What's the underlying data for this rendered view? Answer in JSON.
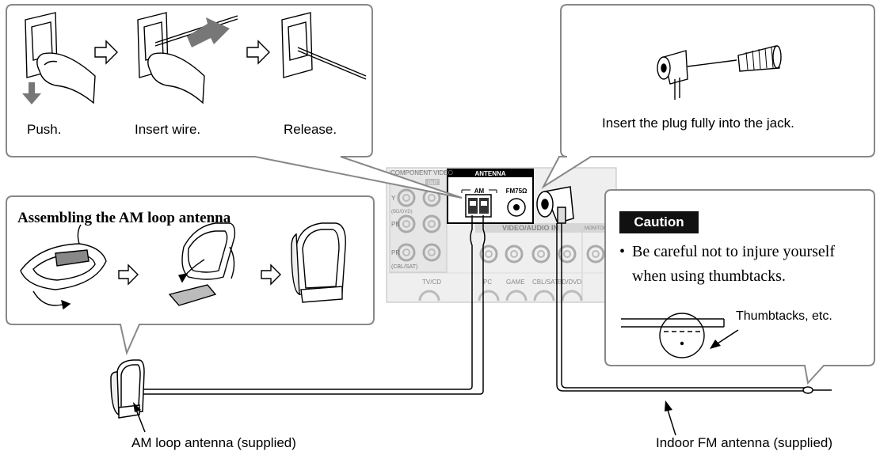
{
  "wire_steps": {
    "push": "Push.",
    "insert": "Insert wire.",
    "release": "Release."
  },
  "fm_plug": {
    "instruction": "Insert the plug fully into the jack."
  },
  "am_assembly": {
    "title": "Assembling the AM loop antenna"
  },
  "caution": {
    "badge": "Caution",
    "bullet": "•",
    "line1": "Be careful not to injure yourself",
    "line2": "when using thumbtacks.",
    "thumbtacks_label": "Thumbtacks, etc."
  },
  "receiver": {
    "antenna_header": "ANTENNA",
    "am_label": "AM",
    "fm_label": "FM75Ω",
    "component_video": "COMPONENT VIDEO",
    "out": "OUT",
    "video_audio_in": "VIDEO/AUDIO IN",
    "monitor_out": "MONITOR O",
    "jack_labels": [
      "TV/CD",
      "PC",
      "GAME",
      "CBL/SAT",
      "BD/DVD"
    ],
    "y": "Y",
    "pb": "PB",
    "pr": "PR",
    "cbl_sat": "(CBL/SAT)",
    "bd_dvd": "(BD/DVD)"
  },
  "captions": {
    "am_antenna": "AM loop antenna (supplied)",
    "fm_antenna": "Indoor FM antenna (supplied)"
  }
}
